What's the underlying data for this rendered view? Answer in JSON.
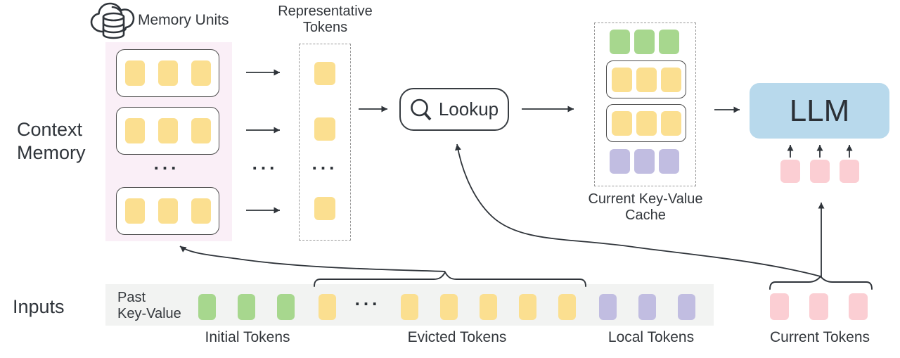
{
  "context_memory": {
    "line1": "Context",
    "line2": "Memory"
  },
  "inputs_label": "Inputs",
  "memory_units_label": "Memory Units",
  "representative_tokens": {
    "line1": "Representative",
    "line2": "Tokens"
  },
  "lookup_label": "Lookup",
  "current_kv_cache": {
    "line1": "Current Key-Value",
    "line2": "Cache"
  },
  "llm_label": "LLM",
  "past_key_value": {
    "line1": "Past",
    "line2": "Key-Value"
  },
  "token_group_labels": {
    "initial": "Initial Tokens",
    "evicted": "Evicted Tokens",
    "local": "Local Tokens",
    "current": "Current Tokens"
  },
  "ellipsis": "...",
  "colors": {
    "yellow": "#FBDF90",
    "green": "#A7D78E",
    "purple": "#C1BDE1",
    "pink": "#FBCED3",
    "llm_blue": "#B8D9EC",
    "memory_bg": "#FAEFF7",
    "strip_bg": "#F2F3F2",
    "line": "#2F343A",
    "dashed_border": "#979797"
  },
  "token_groups": {
    "memory_row": {
      "count": 3,
      "color": "yellow"
    },
    "representative_single": {
      "count": 1,
      "color": "yellow"
    },
    "cache_initial": {
      "count": 3,
      "color": "green"
    },
    "cache_memory_row": {
      "count": 3,
      "color": "yellow"
    },
    "cache_local": {
      "count": 3,
      "color": "purple"
    },
    "llm_input": {
      "count": 3,
      "color": "pink"
    },
    "past_initial": {
      "count": 3,
      "color": "green"
    },
    "past_evicted_left": {
      "count": 1,
      "color": "yellow"
    },
    "past_evicted_right": {
      "count": 5,
      "color": "yellow"
    },
    "past_local": {
      "count": 3,
      "color": "purple"
    },
    "current": {
      "count": 3,
      "color": "pink"
    }
  }
}
